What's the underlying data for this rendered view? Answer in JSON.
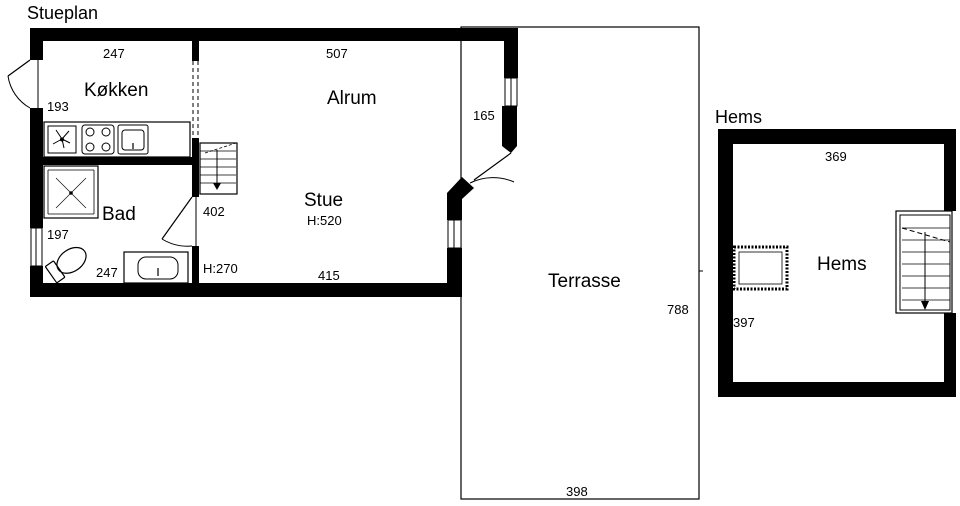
{
  "titles": {
    "ground_floor": "Stueplan",
    "loft": "Hems"
  },
  "rooms": {
    "kitchen": "Køkken",
    "conservatory": "Alrum",
    "living": "Stue",
    "living_height": "H:520",
    "bath": "Bad",
    "terrace": "Terrasse",
    "loft": "Hems"
  },
  "dimensions": {
    "kitchen_width": "247",
    "kitchen_depth": "193",
    "conservatory_width": "507",
    "conservatory_depth": "165",
    "living_depth": "402",
    "living_width": "415",
    "bath_depth": "197",
    "bath_width": "247",
    "bath_height": "H:270",
    "terrace_depth": "788",
    "terrace_width": "398",
    "loft_width": "369",
    "loft_depth": "397"
  },
  "icons": {
    "hob": "hob-icon",
    "sink": "kitchen-sink-icon",
    "fan": "extractor-fan-icon",
    "shower": "shower-icon",
    "washbasin": "washbasin-icon",
    "toilet": "toilet-icon",
    "stairs": "staircase-icon"
  }
}
